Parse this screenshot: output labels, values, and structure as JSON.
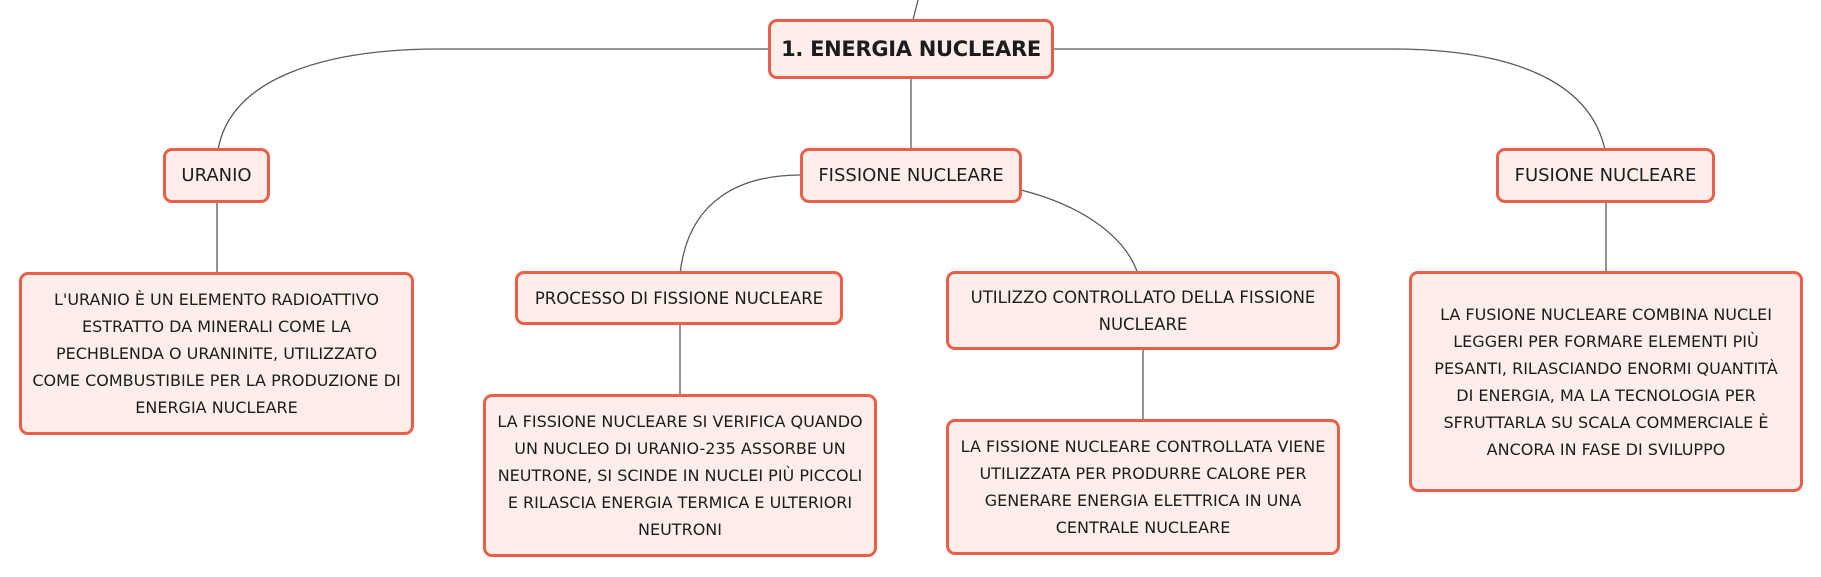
{
  "nodes": {
    "root": "1. ENERGIA NUCLEARE",
    "uranio": "URANIO",
    "fissione": "FISSIONE NUCLEARE",
    "fusione": "FUSIONE NUCLEARE",
    "processo": "PROCESSO DI FISSIONE NUCLEARE",
    "utilizzo": "UTILIZZO CONTROLLATO DELLA FISSIONE NUCLEARE",
    "uranio_desc": "L'URANIO È UN ELEMENTO RADIOATTIVO ESTRATTO DA MINERALI COME LA PECHBLENDA O URANINITE, UTILIZZATO COME COMBUSTIBILE PER LA PRODUZIONE DI ENERGIA NUCLEARE",
    "processo_desc": "LA FISSIONE NUCLEARE SI VERIFICA QUANDO UN NUCLEO DI URANIO-235 ASSORBE UN NEUTRONE, SI SCINDE IN NUCLEI PIÙ PICCOLI E RILASCIA ENERGIA TERMICA E ULTERIORI NEUTRONI",
    "utilizzo_desc": "LA FISSIONE NUCLEARE CONTROLLATA VIENE UTILIZZATA PER PRODURRE CALORE PER GENERARE ENERGIA ELETTRICA IN UNA CENTRALE NUCLEARE",
    "fusione_desc": "LA FUSIONE NUCLEARE COMBINA NUCLEI LEGGERI PER FORMARE ELEMENTI PIÙ PESANTI, RILASCIANDO ENORMI QUANTITÀ DI ENERGIA, MA LA TECNOLOGIA PER SFRUTTARLA SU SCALA COMMERCIALE È ANCORA IN FASE DI SVILUPPO"
  },
  "colors": {
    "node_border": "#e8604a",
    "node_fill": "#fdeeea",
    "connector": "#5a5a5a"
  }
}
